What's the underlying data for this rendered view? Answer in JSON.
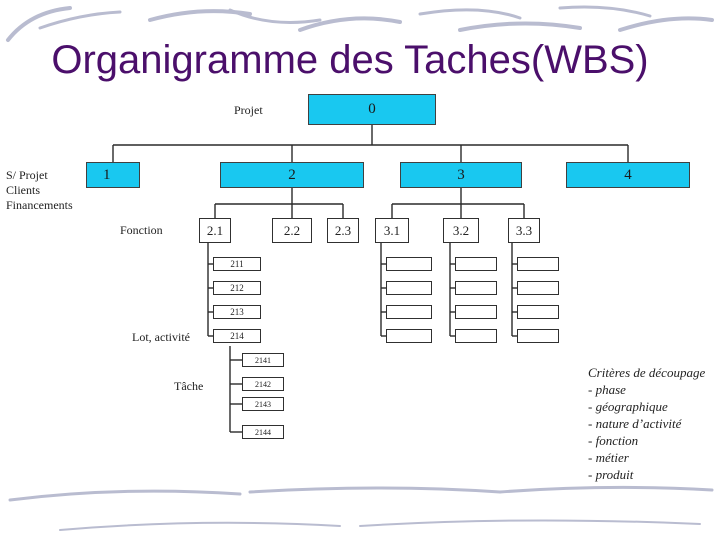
{
  "title": "Organigramme des Taches(WBS)",
  "accent_color": "#19c8f0",
  "title_color": "#4b0f6b",
  "nodes": {
    "root": "0",
    "level1": [
      "1",
      "2",
      "3",
      "4"
    ],
    "level2": [
      "2.1",
      "2.2",
      "2.3",
      "3.1",
      "3.2",
      "3.3"
    ],
    "level3": [
      "211",
      "212",
      "213",
      "214"
    ],
    "level4": [
      "2141",
      "2142",
      "2143",
      "2144"
    ]
  },
  "labels": {
    "projet": "Projet",
    "sous_projet": [
      "S/ Projet",
      "Clients",
      "Financements"
    ],
    "fonction": "Fonction",
    "lot": "Lot, activité",
    "tache": "Tâche"
  },
  "criteria": {
    "heading": "Critères de découpage",
    "items": [
      "- phase",
      "- géographique",
      "- nature d’activité",
      "- fonction",
      "- métier",
      "- produit"
    ]
  }
}
